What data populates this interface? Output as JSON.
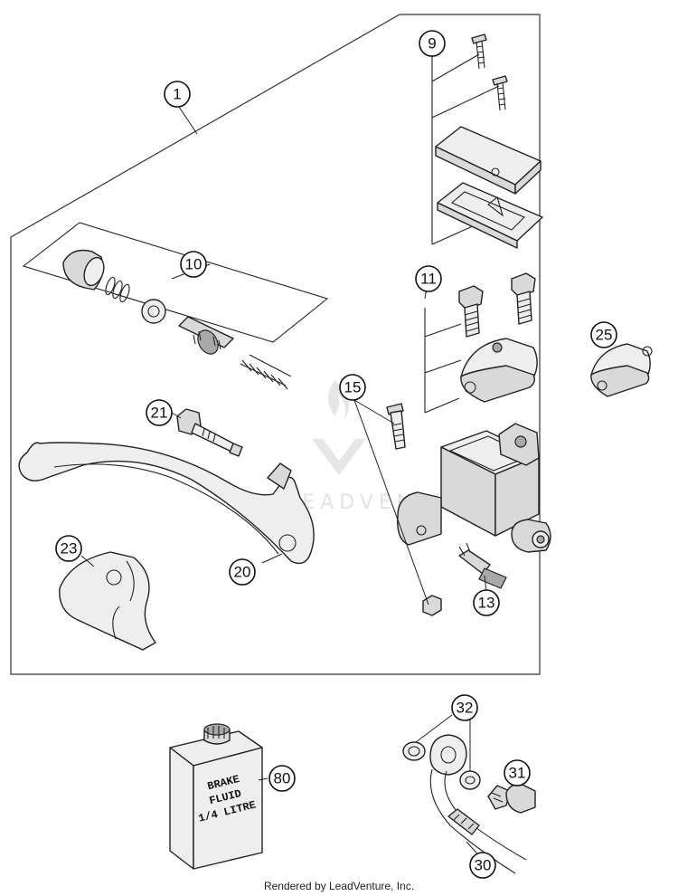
{
  "callouts": [
    "1",
    "9",
    "10",
    "11",
    "13",
    "15",
    "20",
    "21",
    "23",
    "25",
    "30",
    "31",
    "32",
    "80"
  ],
  "can_label": [
    "BRAKE",
    "FLUID",
    "1/4 LITRE"
  ],
  "watermark": "LEADVENTURE",
  "footer": "Rendered by LeadVenture, Inc."
}
